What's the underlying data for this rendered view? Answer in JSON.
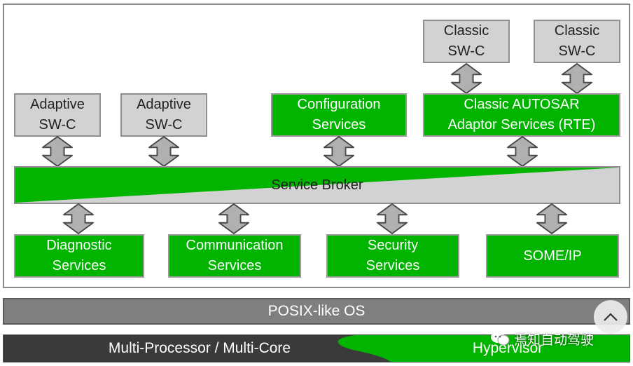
{
  "adaptive_swc": [
    {
      "label": "Adaptive\nSW-C"
    },
    {
      "label": "Adaptive\nSW-C"
    }
  ],
  "classic_swc": [
    {
      "label": "Classic\nSW-C"
    },
    {
      "label": "Classic\nSW-C"
    }
  ],
  "configuration_services": {
    "label": "Configuration\nServices"
  },
  "classic_adaptor": {
    "label": "Classic AUTOSAR\nAdaptor Services (RTE)"
  },
  "service_broker": {
    "label": "Service Broker"
  },
  "services": [
    {
      "label": "Diagnostic\nServices"
    },
    {
      "label": "Communication\nServices"
    },
    {
      "label": "Security\nServices"
    },
    {
      "label": "SOME/IP"
    }
  ],
  "os_layer": {
    "label": "POSIX-like OS"
  },
  "hardware_layer": {
    "label": "Multi-Processor / Multi-Core"
  },
  "hypervisor": {
    "label": "Hypervisor"
  },
  "watermark": {
    "text": "焉知自动驾驶"
  },
  "colors": {
    "green": "#00b400",
    "grey": "#d2d2d2",
    "arrow": "#b0b0b0",
    "os_bar": "#7f7f7f",
    "hw_bar": "#3a3a3a"
  }
}
